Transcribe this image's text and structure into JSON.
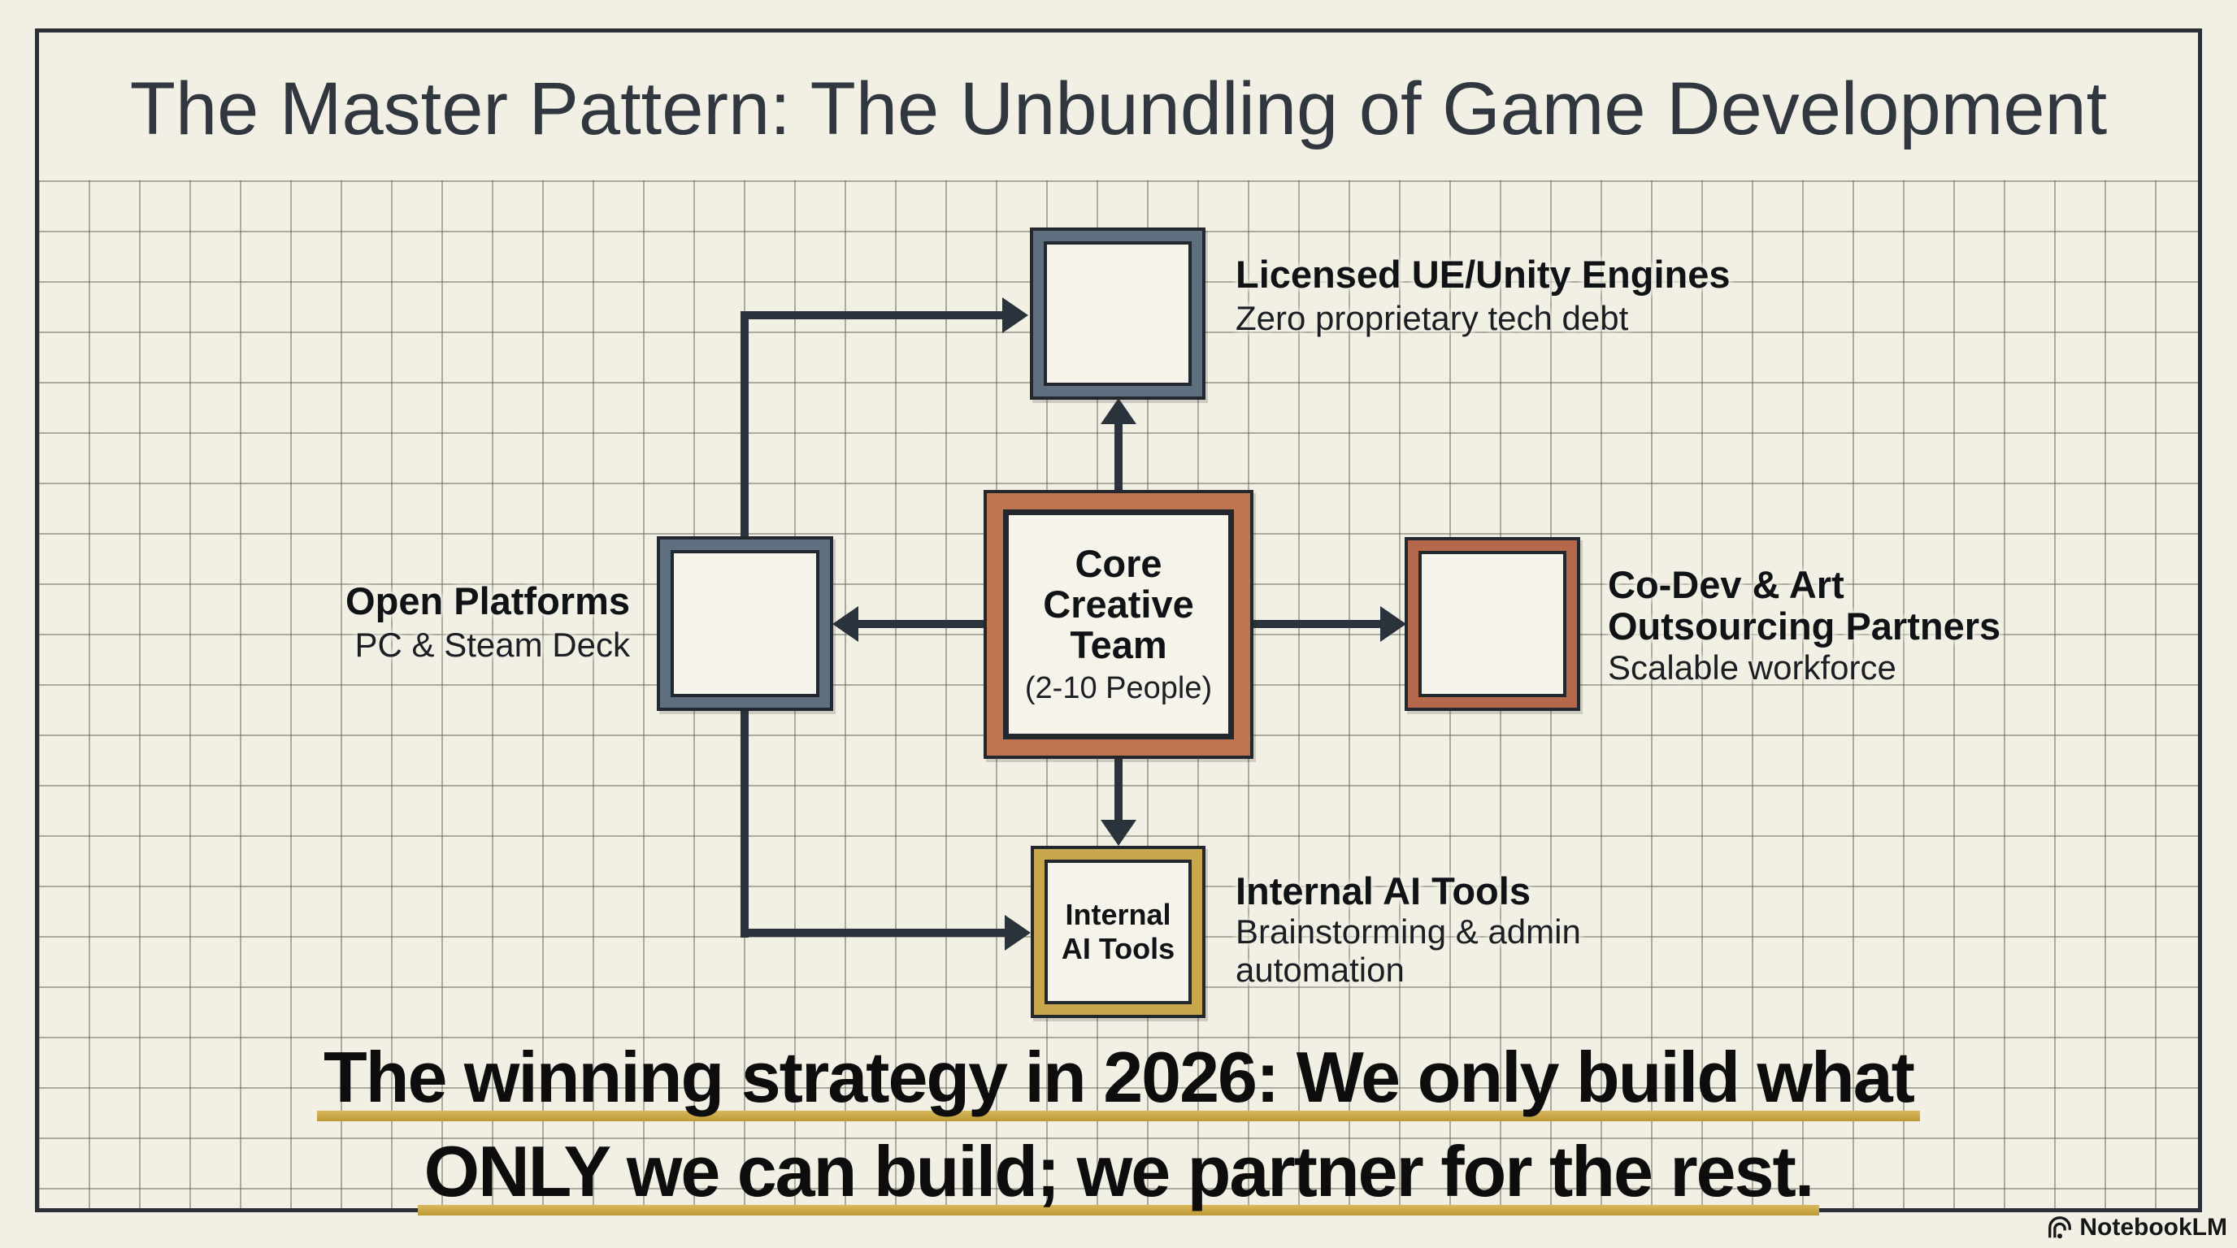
{
  "title": "The Master Pattern: The Unbundling of Game Development",
  "colors": {
    "paper": "#f2efe5",
    "box-fill": "#f6f3ea",
    "frame": "#2a3036",
    "slate": "#5e6f80",
    "terracotta": "#b4684c",
    "terracotta-bright": "#c0734f",
    "gold": "#c9a74e",
    "arrow": "#2a323b",
    "underline": "#c9a43f",
    "title-color": "#30373e"
  },
  "nodes": {
    "engines": {
      "title": "Licensed UE/Unity Engines",
      "subtitle": "Zero proprietary tech debt"
    },
    "platforms": {
      "title": "Open Platforms",
      "subtitle": "PC & Steam Deck"
    },
    "partners": {
      "title_line1": "Co-Dev & Art",
      "title_line2": "Outsourcing Partners",
      "subtitle": "Scalable workforce"
    },
    "ai_tools": {
      "box_line1": "Internal",
      "box_line2": "AI Tools",
      "title": "Internal AI Tools",
      "subtitle_line1": "Brainstorming & admin",
      "subtitle_line2": "automation"
    },
    "core": {
      "line1": "Core",
      "line2": "Creative",
      "line3": "Team",
      "line4": "(2-10 People)"
    }
  },
  "headline": {
    "line1": "The winning strategy in 2026: We only build what",
    "line2": "ONLY we can build; we partner for the rest."
  },
  "watermark": "NotebookLM"
}
